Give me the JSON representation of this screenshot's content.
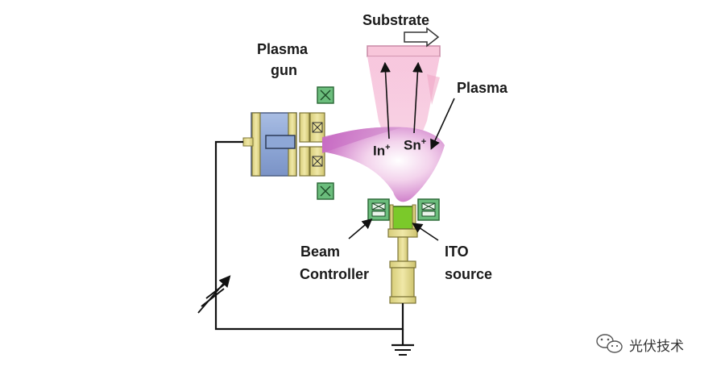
{
  "labels": {
    "substrate": "Substrate",
    "plasma_gun_line1": "Plasma",
    "plasma_gun_line2": "gun",
    "plasma": "Plasma",
    "ion_in": "In",
    "ion_sn": "Sn",
    "ion_charge": "+",
    "beam_controller_line1": "Beam",
    "beam_controller_line2": "Controller",
    "ito_source_line1": "ITO",
    "ito_source_line2": "source"
  },
  "watermark": {
    "text": "光伏技术",
    "icon": "wechat-bubble-icon"
  },
  "colors": {
    "plasma_pink": "#f3b6d3",
    "plume_magenta": "#c86bc4",
    "gun_blue": "#8ea7d6",
    "gun_yellow": "#e8df96",
    "coil_green": "#2e8b45",
    "source_green": "#7bc92a",
    "wire_black": "#111111"
  }
}
